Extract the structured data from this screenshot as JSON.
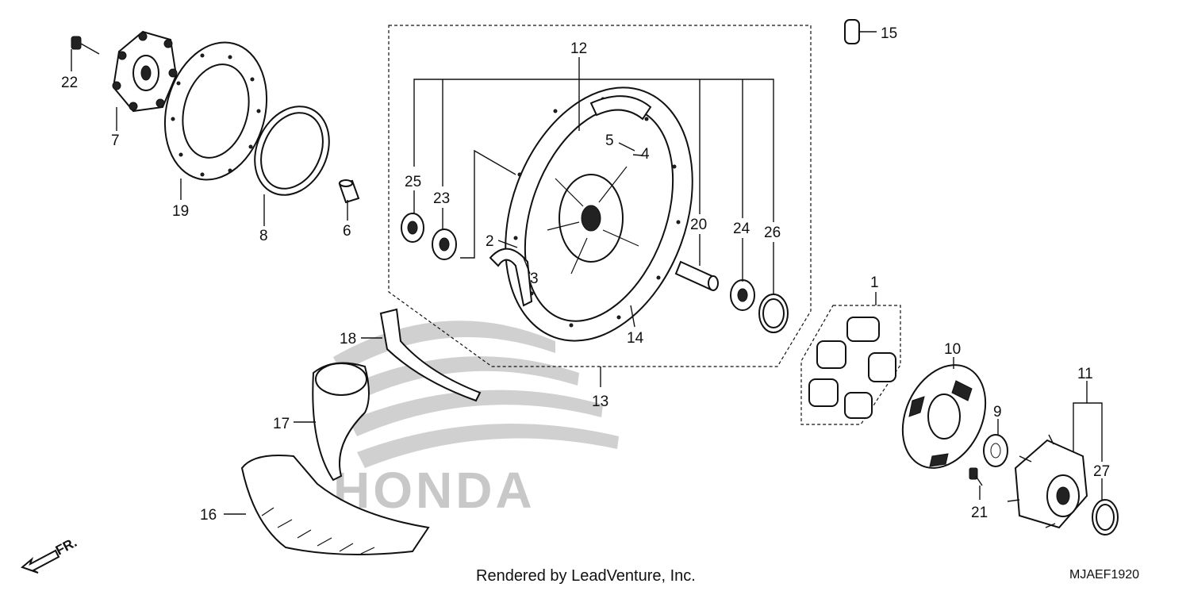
{
  "diagram": {
    "labels": [
      "1",
      "2",
      "3",
      "4",
      "5",
      "6",
      "7",
      "8",
      "9",
      "10",
      "11",
      "12",
      "13",
      "14",
      "15",
      "16",
      "17",
      "18",
      "19",
      "20",
      "21",
      "22",
      "23",
      "24",
      "25",
      "26",
      "27"
    ],
    "watermark": "HONDA",
    "footer": "Rendered by LeadVenture, Inc.",
    "diagram_code": "MJAEF1920",
    "direction_marker": "FR."
  }
}
